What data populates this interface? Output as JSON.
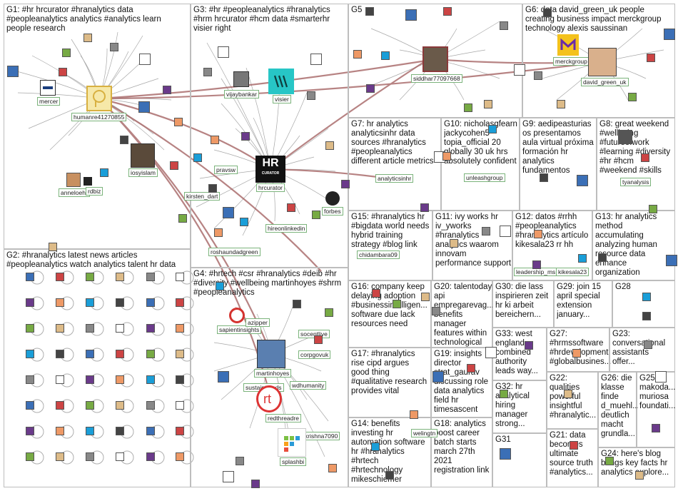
{
  "groups": [
    {
      "id": "G1",
      "text": "G1: #hr hrcurator #hranalytics data\n#peopleanalytics analytics #analytics learn\npeople research"
    },
    {
      "id": "G2",
      "text": "G2: #hranalytics latest news articles\n#peopleanalytics watch analytics talent hr data"
    },
    {
      "id": "G3",
      "text": "G3: #hr #peopleanalytics #hranalytics\n#hrm hrcurator #hcm data #smarterhr\nvisier right"
    },
    {
      "id": "G4",
      "text": "G4: #hrtech #csr #hranalytics #deib #hr\n#diversity #wellbeing martinhoyes #shrm\n#peopleanalytics"
    },
    {
      "id": "G5",
      "text": "G5"
    },
    {
      "id": "G6",
      "text": "G6: data david_green_uk people\ncreating business impact merckgroup\ntechnology alexis saussinan"
    },
    {
      "id": "G7",
      "text": "G7: hr analytics\nanalyticsinhr data\nsources #hranalytics\n#peopleanalytics\ndifferent article metrics"
    },
    {
      "id": "G8",
      "text": "G8: great weekend\n#wellbeing\n#futureofwork\n#learning #diversity\n#hr #hcm\n#weekend #skills"
    },
    {
      "id": "G9",
      "text": "G9: aedipeasturias\nos presentamos\naula virtual próxima\nformación hr\nanalytics\nfundamentos"
    },
    {
      "id": "G10",
      "text": "G10: nicholasgfearn\njackycohen5\ntopia_official 20\nglobally 30 uk hrs\nabsolutely confident"
    },
    {
      "id": "G11",
      "text": "G11: ivy works hr\niv_yworks\n#hranalytics\nanalytics waarom\ninnovam\nperformance support"
    },
    {
      "id": "G12",
      "text": "G12: datos #rrhh\n#peopleanalytics\n#hranalytics artículo\nkikesala23 rr hh"
    },
    {
      "id": "G13",
      "text": "G13: hr analytics\nmethod\naccumulating\nanalyzing human\nresource data\nenhance\norganization"
    },
    {
      "id": "G14",
      "text": "G14: benefits\ninvesting hr\nautomation software\nhr #hranalytics\n#hrtech\n#hrtechnology\nmikeschiemer"
    },
    {
      "id": "G15",
      "text": "G15: #hranalytics hr\n#bigdata world needs\nhybrid training\nstrategy #blog link"
    },
    {
      "id": "G16",
      "text": "G16: company keep\ndelaying adoption\n#businessintelligen...\nsoftware due lack\nresources need"
    },
    {
      "id": "G17",
      "text": "G17: #hranalytics\nrise cipd argues\ngood thing\n#qualitative research\nprovides vital"
    },
    {
      "id": "G18",
      "text": "G18: analytics\nboost career\nbatch starts\nmarch 27th\n2021\nregistration link"
    },
    {
      "id": "G19",
      "text": "G19: insights\ndirector\nstrat_gaurav\ndiscussing role\ndata analytics\nfield hr\ntimesascent"
    },
    {
      "id": "G20",
      "text": "G20: talentoday\napi\nempregarevag...\nbenefits\nmanager\nfeatures within\ntechnological"
    },
    {
      "id": "G21",
      "text": "G21: data\nbecomes\nultimate\nsource truth\n#analytics..."
    },
    {
      "id": "G22",
      "text": "G22:\nqualities\npowerful\ninsightful\n#hranalytic..."
    },
    {
      "id": "G23",
      "text": "G23:\nconversational\nassistants\noffer..."
    },
    {
      "id": "G24",
      "text": "G24: here's blog\nbrings key facts hr\nanalytics explore..."
    },
    {
      "id": "G25",
      "text": "G25:\nmakoda...\nmuriosa\nfoundati..."
    },
    {
      "id": "G26",
      "text": "G26: die\nklasse\nfinde\nd_muehl...\ndeutlich\nmacht\ngrundla..."
    },
    {
      "id": "G27",
      "text": "G27:\n#hrmssoftware\n#hrdevelopment\n#globalbusines..."
    },
    {
      "id": "G28",
      "text": "G28"
    },
    {
      "id": "G29",
      "text": "G29: join 15\napril special\nextension\njanuary..."
    },
    {
      "id": "G30",
      "text": "G30: die lass\ninspirieren zeit\nhr ki arbeit\nbereichern..."
    },
    {
      "id": "G31",
      "text": "G31"
    },
    {
      "id": "G32",
      "text": "G32: hr\nanalytical\nhiring\nmanager\nstrong..."
    },
    {
      "id": "G33",
      "text": "G33: west\nengland\ncombined\nauthority\nleads way..."
    }
  ],
  "node_labels": {
    "humanre": "humanre41270855",
    "mercer": "mercer",
    "iosyislam": "iosyislam",
    "anneloehr": "anneloehr",
    "rdbiz": "rdbiz",
    "vijaybankar": "vijaybankar",
    "visier": "visier",
    "hrcurator": "hrcurator",
    "pravsw": "pravsw",
    "kirsten": "kirsten_dart",
    "forbes": "forbes",
    "hireonlinkedin": "hireonlinkedin",
    "roshaund": "roshaundadgreen",
    "siddhar": "siddhar77097668",
    "merckgroup": "merckgroup",
    "david": "david_green_uk",
    "analyticsinhr": "analyticsinhr",
    "unleash": "unleashgroup",
    "tyanalysis": "tyanalysis",
    "chidambara": "chidambara09",
    "leadership": "leadership_ms",
    "kikesala": "kikesala23",
    "sapient": "sapientinsights",
    "azipper": "azipper",
    "socentlive": "socentlive",
    "corpgovuk": "corpgovuk",
    "martinhoyes": "martinhoyes",
    "sustaintrends": "sustaintrends",
    "wdhumanity": "wdhumanity",
    "redthreadre": "redthreadre",
    "krishna": "krishna7090",
    "splashbi": "splashbi",
    "wellingtn": "welingtn"
  },
  "colors": {
    "box_border": "#bdbdbd",
    "edge": "#8a8a8a",
    "edge_red": "#a05a5a",
    "label_border": "#7bb37b"
  }
}
